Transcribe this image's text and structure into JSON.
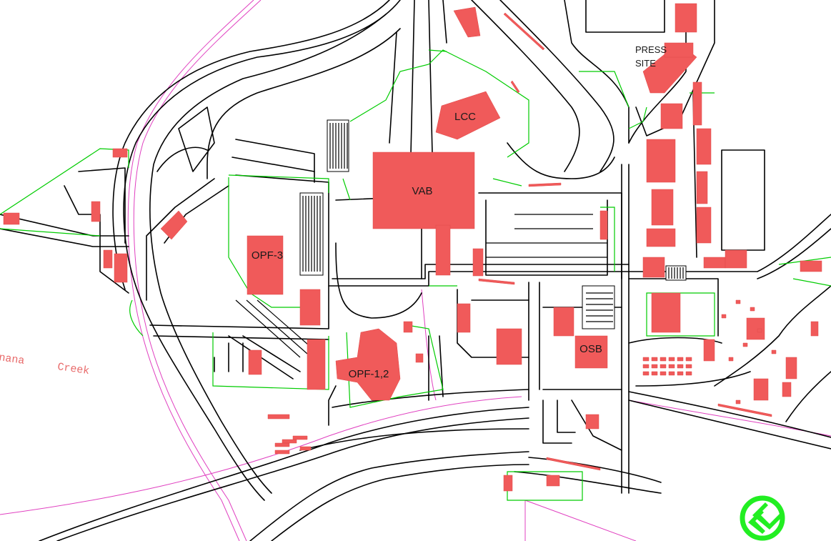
{
  "map": {
    "labels": {
      "vab": "VAB",
      "lcc": "LCC",
      "opf3": "OPF-3",
      "opf12": "OPF-1,2",
      "osb": "OSB",
      "press_line1": "PRESS",
      "press_line2": "SITE"
    },
    "water_labels": {
      "banana": "nana",
      "creek": "Creek"
    },
    "colors": {
      "building": "#f05a5a",
      "road": "#000000",
      "fence": "#00cc00",
      "boundary": "#e040c0",
      "north_arrow": "#22ee22"
    },
    "north_arrow_icon": "north-arrow-icon"
  }
}
